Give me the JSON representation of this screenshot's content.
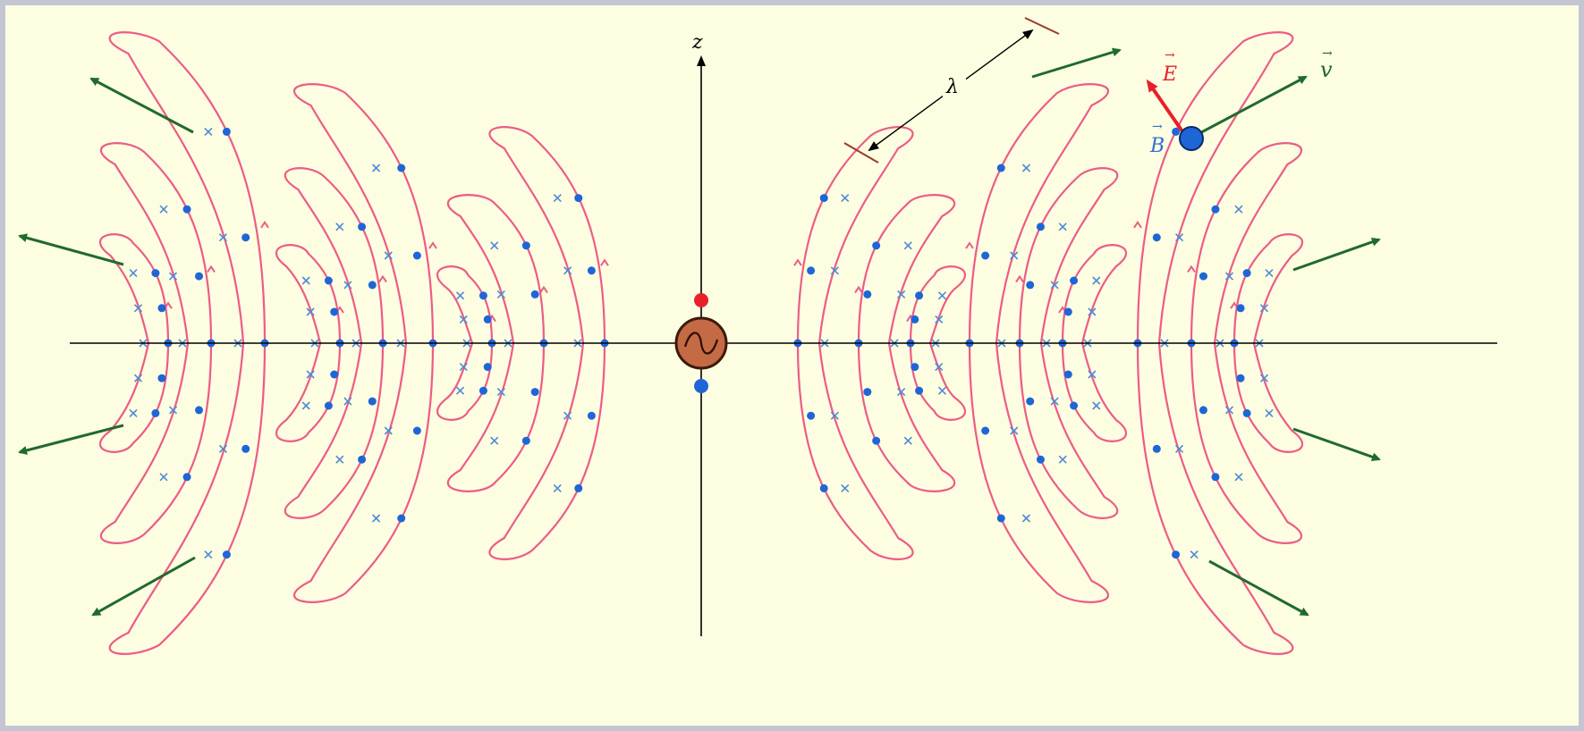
{
  "figure": {
    "title": "",
    "axis_label": "z",
    "wavelength_label": "λ",
    "vectors": {
      "e_field": {
        "symbol": "E",
        "color": "#e8202a"
      },
      "b_field": {
        "symbol": "B",
        "color": "#2f6fd6"
      },
      "velocity": {
        "symbol": "v",
        "color": "#1f6a2e"
      }
    },
    "source": {
      "icon": "ac-source-icon",
      "glyph": "~",
      "color": "#c46a44"
    },
    "charges": {
      "positive_color": "#e8202a",
      "negative_color": "#1e66d8"
    },
    "colors": {
      "background": "#fdfde1",
      "field_lines": "#ec5c86",
      "radiation_arrows": "#1f6a2e",
      "dots": "#1e66d8",
      "crosses": "#4f8ad6",
      "axes": "#000000",
      "scale_bar": "#9a3a2a"
    },
    "markers": {
      "dot_symbol": "•",
      "cross_symbol": "×"
    }
  }
}
